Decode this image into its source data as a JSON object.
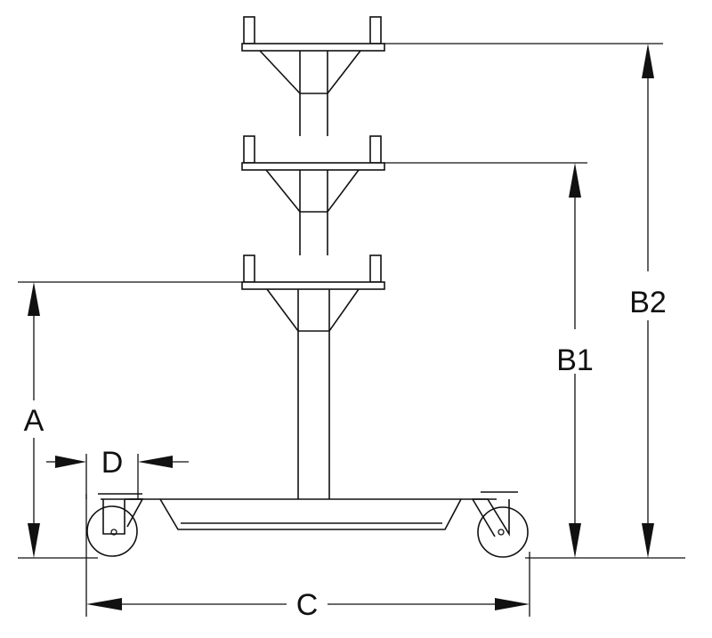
{
  "labels": {
    "a": "A",
    "b1": "B1",
    "b2": "B2",
    "c": "C",
    "d": "D"
  }
}
